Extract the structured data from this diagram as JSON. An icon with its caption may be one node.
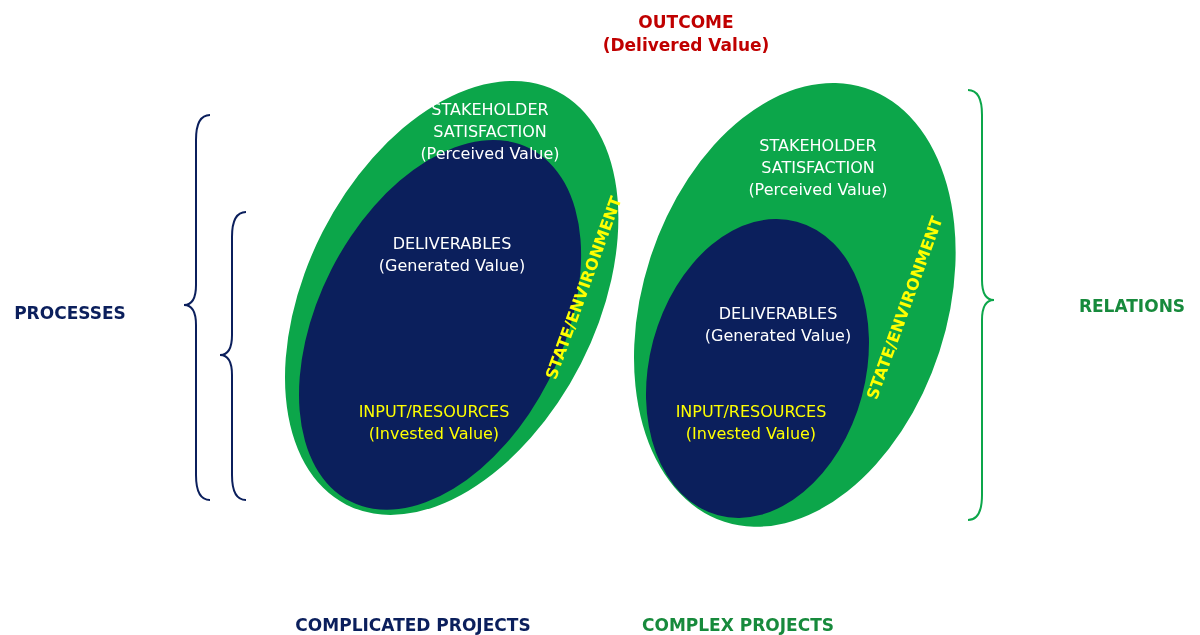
{
  "diagram": {
    "nodes": [
      {
        "text": [
          "STAKEHOLDER SATISFACTION (Perceived Value)",
          "STATE/ENVIRONMENT"
        ]
      },
      {
        "text": [
          "DELIVERABLES (Generated Value)",
          "INPUT/RESOURCES (Invested Value)"
        ],
        "in": 0
      },
      {
        "text": [
          "STAKEHOLDER SATISFACTION (Perceived Value)",
          "STATE/ENVIRONMENT"
        ]
      },
      {
        "text": [
          "DELIVERABLES (Generated Value)",
          "INPUT/RESOURCES (Invested Value)"
        ],
        "in": 2
      }
    ],
    "edges": [],
    "labels": [
      "OUTCOME (Delivered Value)",
      "PROCESSES",
      "RELATIONS",
      "COMPLICATED PROJECTS",
      "COMPLEX PROJECTS"
    ]
  }
}
